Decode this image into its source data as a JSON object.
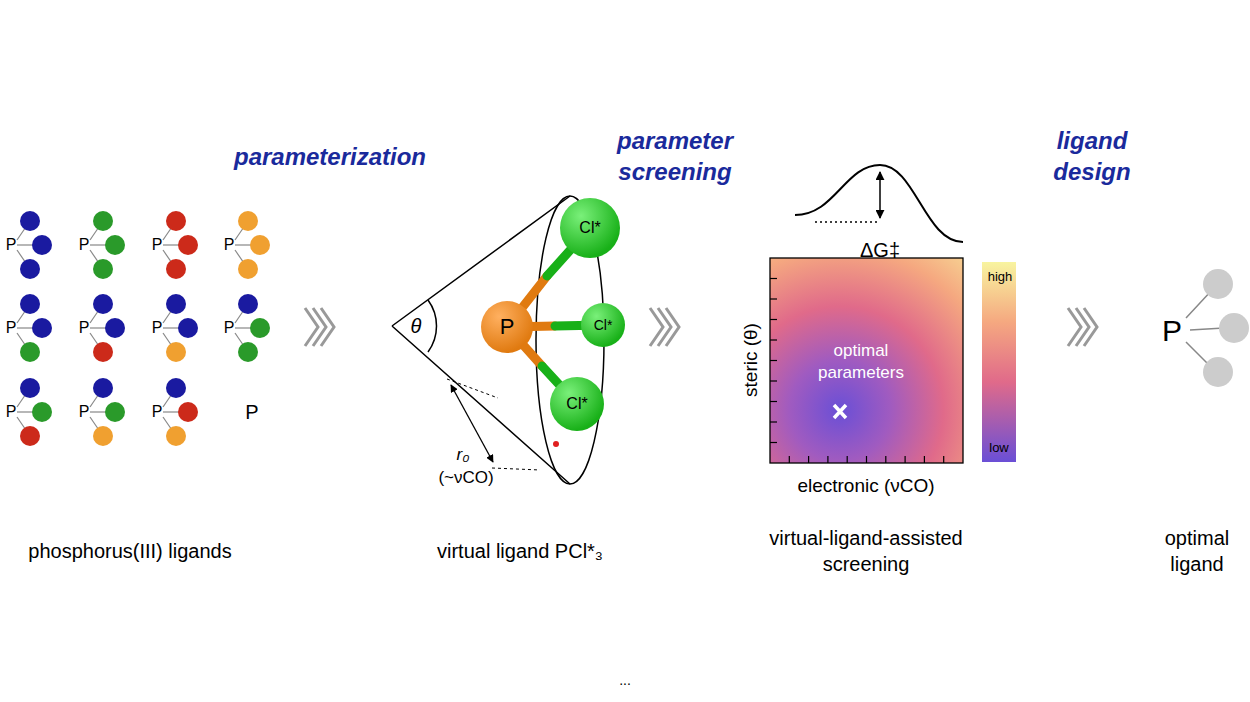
{
  "diagram": {
    "labels": [
      "parameterization",
      "parameter screening",
      "ligand design",
      "phosphorus(III) ligands",
      "virtual ligand PCl*₃",
      "virtual-ligand-assisted screening",
      "optimal ligand",
      "θ",
      "r₀",
      "(~νCO)",
      "P",
      "Cl*",
      "Cl*",
      "Cl*",
      "ΔG‡",
      "high",
      "low",
      "optimal parameters",
      "steric (θ)",
      "electronic (νCO)",
      "P",
      "P",
      "P",
      "P",
      "P",
      "P",
      "P",
      "P",
      "P",
      "P",
      "P",
      "P",
      "P",
      "..."
    ]
  }
}
